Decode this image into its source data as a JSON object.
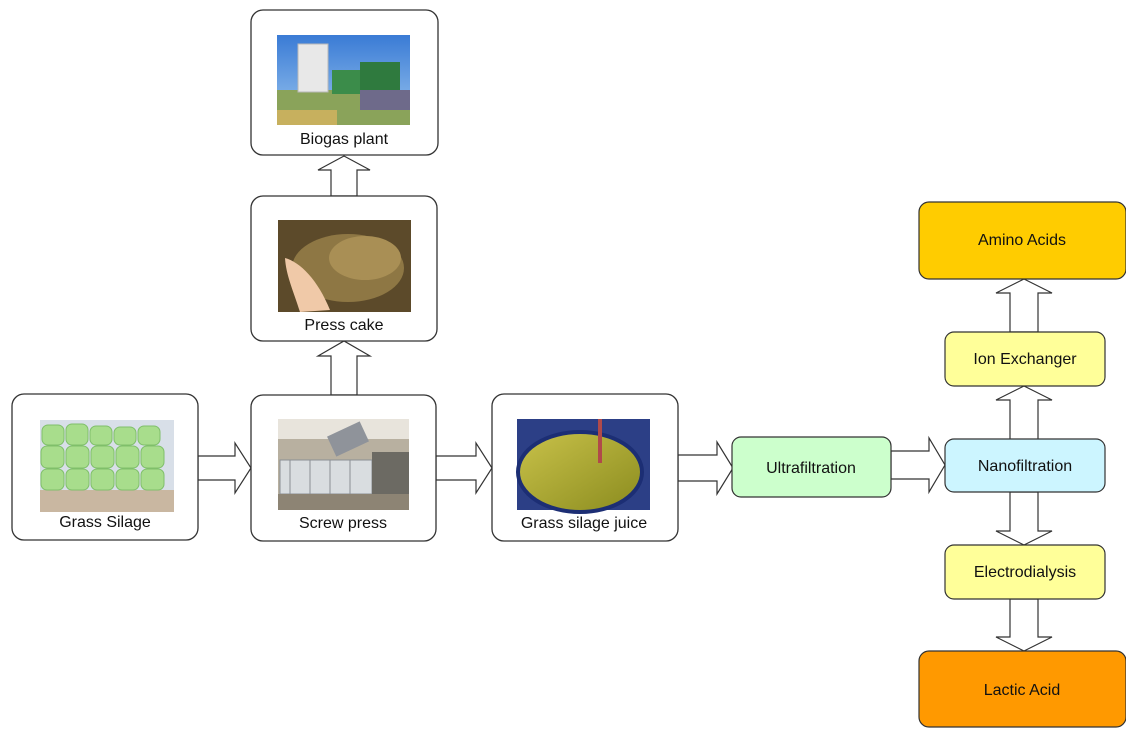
{
  "nodes": {
    "grass_silage": {
      "label": "Grass Silage"
    },
    "screw_press": {
      "label": "Screw press"
    },
    "grass_silage_juice": {
      "label": "Grass silage juice"
    },
    "press_cake": {
      "label": "Press cake"
    },
    "biogas_plant": {
      "label": "Biogas plant"
    },
    "ultrafiltration": {
      "label": "Ultrafiltration"
    },
    "nanofiltration": {
      "label": "Nanofiltration"
    },
    "ion_exchanger": {
      "label": "Ion Exchanger"
    },
    "electrodialysis": {
      "label": "Electrodialysis"
    },
    "amino_acids": {
      "label": "Amino Acids"
    },
    "lactic_acid": {
      "label": "Lactic Acid"
    }
  },
  "colors": {
    "ultrafiltration": "#ccffcc",
    "nanofiltration": "#ccf5ff",
    "yellow_box": "#ffff99",
    "amino_acids": "#ffcc00",
    "lactic_acid": "#ff9900"
  }
}
